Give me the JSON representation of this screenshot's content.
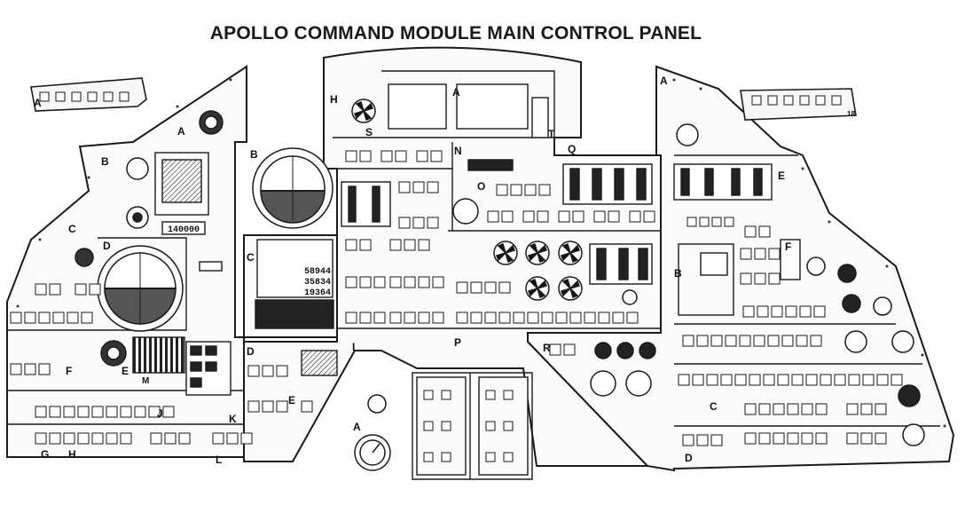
{
  "title": "APOLLO COMMAND MODULE MAIN CONTROL PANEL",
  "colors": {
    "ink": "#1a1a1a",
    "paper": "#ffffff",
    "fill": "#f4f4f4"
  },
  "section_labels": {
    "upper_left_a": "A",
    "upper_left_a_sub": "A",
    "upper_left_a_sub2": "18",
    "left_b": "B",
    "left_c": "C",
    "left_d": "D",
    "left_e": "E",
    "left_f": "F",
    "left_g": "G",
    "left_h": "H",
    "left_j": "J",
    "left_k": "K",
    "left_l": "L",
    "left_m": "M",
    "center_b": "B",
    "center_c": "C",
    "center_d": "D",
    "center_e": "E",
    "center_h": "H",
    "center_a_top": "A",
    "center_s": "S",
    "center_t": "T",
    "center_n": "N",
    "center_o": "O",
    "center_p": "P",
    "center_i": "I",
    "center_q": "Q",
    "center_r": "R",
    "right_a": "A",
    "right_b": "B",
    "right_c": "C",
    "right_d": "D",
    "right_e": "E",
    "right_f": "F",
    "bottom_a": "A"
  },
  "displays": {
    "left_counter": "140000",
    "dsky_line1": "58944",
    "dsky_line2": "35834",
    "dsky_line3": "19364"
  }
}
